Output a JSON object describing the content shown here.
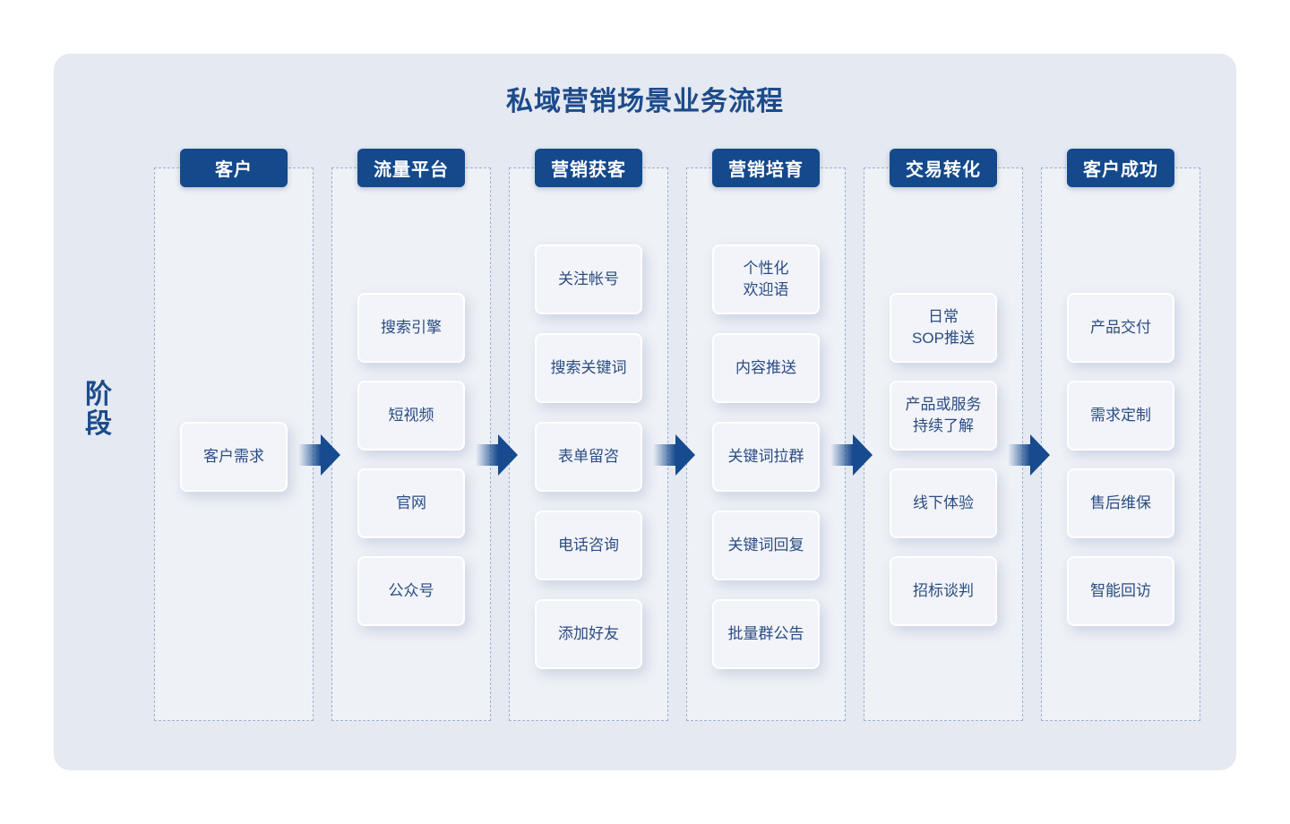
{
  "title": "私域营销场景业务流程",
  "stage_label": "阶段",
  "columns": [
    {
      "header": "客户",
      "cards": [
        {
          "lines": [
            "客户需求"
          ]
        }
      ]
    },
    {
      "header": "流量平台",
      "cards": [
        {
          "lines": [
            "搜索引擎"
          ]
        },
        {
          "lines": [
            "短视频"
          ]
        },
        {
          "lines": [
            "官网"
          ]
        },
        {
          "lines": [
            "公众号"
          ]
        }
      ]
    },
    {
      "header": "营销获客",
      "cards": [
        {
          "lines": [
            "关注帐号"
          ]
        },
        {
          "lines": [
            "搜索关键词"
          ]
        },
        {
          "lines": [
            "表单留咨"
          ]
        },
        {
          "lines": [
            "电话咨询"
          ]
        },
        {
          "lines": [
            "添加好友"
          ]
        }
      ]
    },
    {
      "header": "营销培育",
      "cards": [
        {
          "lines": [
            "个性化",
            "欢迎语"
          ]
        },
        {
          "lines": [
            "内容推送"
          ]
        },
        {
          "lines": [
            "关键词拉群"
          ]
        },
        {
          "lines": [
            "关键词回复"
          ]
        },
        {
          "lines": [
            "批量群公告"
          ]
        }
      ]
    },
    {
      "header": "交易转化",
      "cards": [
        {
          "lines": [
            "日常",
            "SOP推送"
          ]
        },
        {
          "lines": [
            "产品或服务",
            "持续了解"
          ]
        },
        {
          "lines": [
            "线下体验"
          ]
        },
        {
          "lines": [
            "招标谈判"
          ]
        }
      ]
    },
    {
      "header": "客户成功",
      "cards": [
        {
          "lines": [
            "产品交付"
          ]
        },
        {
          "lines": [
            "需求定制"
          ]
        },
        {
          "lines": [
            "售后维保"
          ]
        },
        {
          "lines": [
            "智能回访"
          ]
        }
      ]
    }
  ],
  "colors": {
    "accent": "#14498c",
    "title_text": "#1d4b8a",
    "panel_bg": "#e4e9f2",
    "column_bg": "#eef1f6",
    "card_bg": "#f2f4f9",
    "card_text": "#2b4c82",
    "dashed_border": "#9db1d3",
    "arrow": "#174a8e"
  }
}
